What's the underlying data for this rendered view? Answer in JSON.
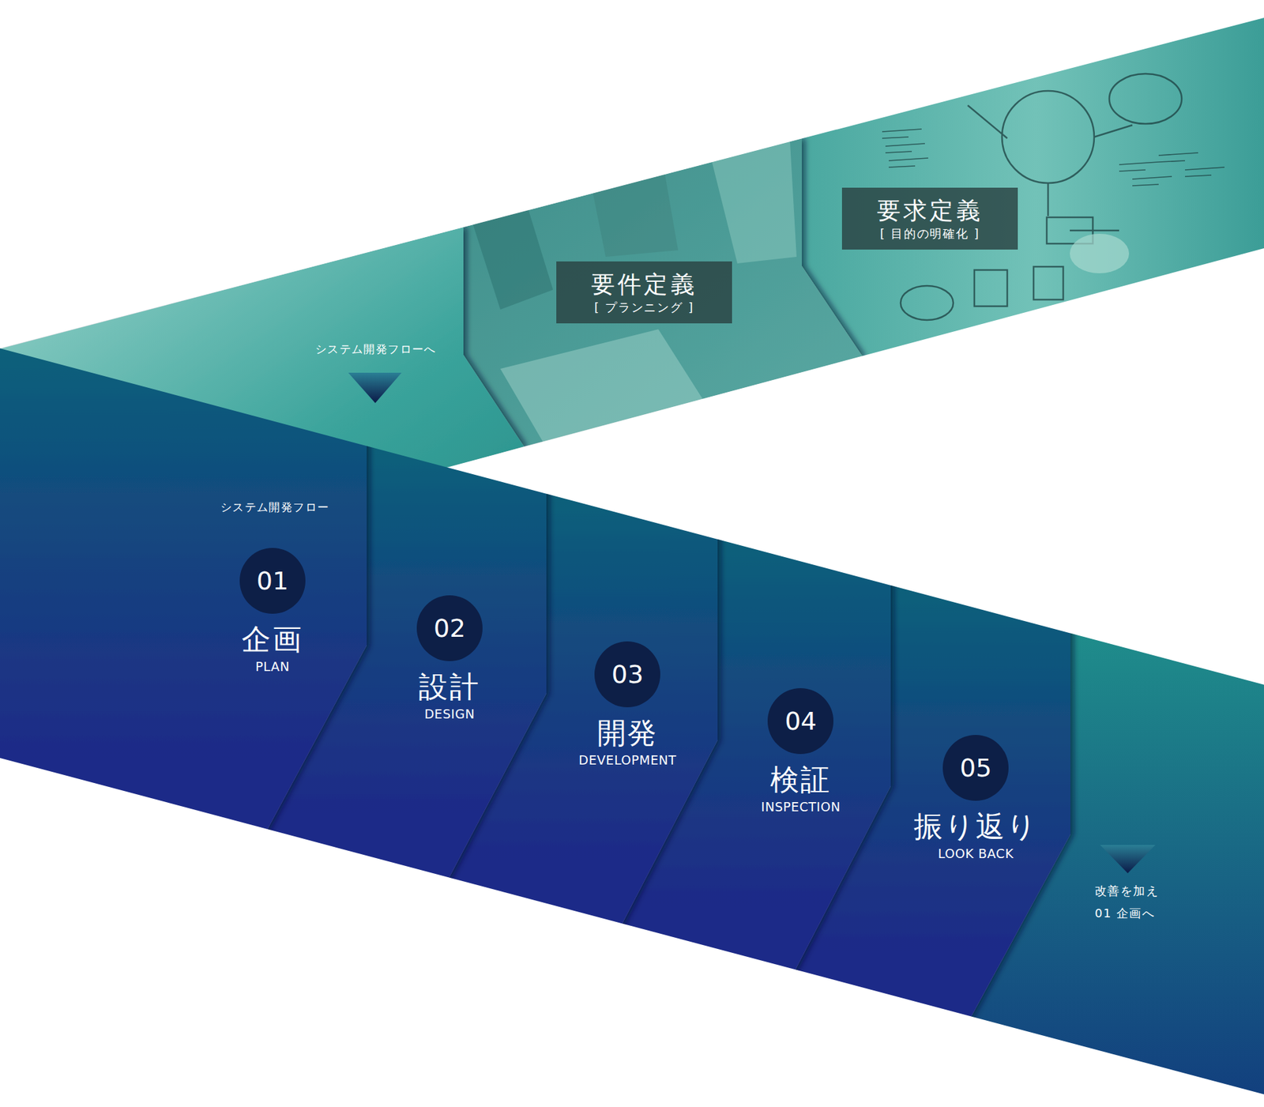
{
  "diagram": {
    "nodes": [
      {
        "text": [
          "要件定義",
          "[ プランニング ]"
        ]
      },
      {
        "text": [
          "要求定義",
          "[ 目的の明確化 ]"
        ]
      },
      {
        "text": [
          "01",
          "企画",
          "PLAN"
        ]
      },
      {
        "text": [
          "02",
          "設計",
          "DESIGN"
        ]
      },
      {
        "text": [
          "03",
          "開発",
          "DEVELOPMENT"
        ]
      },
      {
        "text": [
          "04",
          "検証",
          "INSPECTION"
        ]
      },
      {
        "text": [
          "05",
          "振り返り",
          "LOOK BACK"
        ]
      }
    ],
    "labels": [
      "システム開発フローへ",
      "システム開発フロー",
      "改善を加え 01 企画へ"
    ]
  }
}
